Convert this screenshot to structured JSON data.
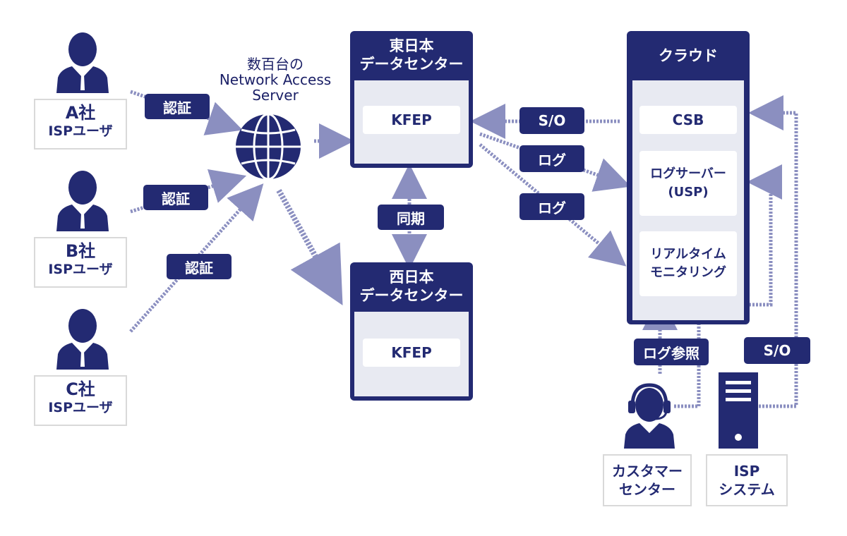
{
  "users": [
    {
      "company": "A社",
      "type": "ISPユーザ"
    },
    {
      "company": "B社",
      "type": "ISPユーザ"
    },
    {
      "company": "C社",
      "type": "ISPユーザ"
    }
  ],
  "auth_label": "認証",
  "nas_label": [
    "数百台の",
    "Network Access",
    "Server"
  ],
  "east_dc": {
    "title": [
      "東日本",
      "データセンター"
    ],
    "kfep": "KFEP"
  },
  "west_dc": {
    "title": [
      "西日本",
      "データセンター"
    ],
    "kfep": "KFEP"
  },
  "sync_label": "同期",
  "so_label": "S/O",
  "log_label": "ログ",
  "cloud": {
    "title": "クラウド",
    "csb": "CSB",
    "log_server": [
      "ログサーバー",
      "(USP)"
    ],
    "realtime": [
      "リアルタイム",
      "モニタリング"
    ]
  },
  "log_ref_label": "ログ参照",
  "so_bottom_label": "S/O",
  "customer_center": [
    "カスタマー",
    "センター"
  ],
  "isp_system": [
    "ISP",
    "システム"
  ],
  "colors": {
    "navy": "#232a72",
    "arrow": "#8b8fc0",
    "light": "#e8eaf2"
  }
}
